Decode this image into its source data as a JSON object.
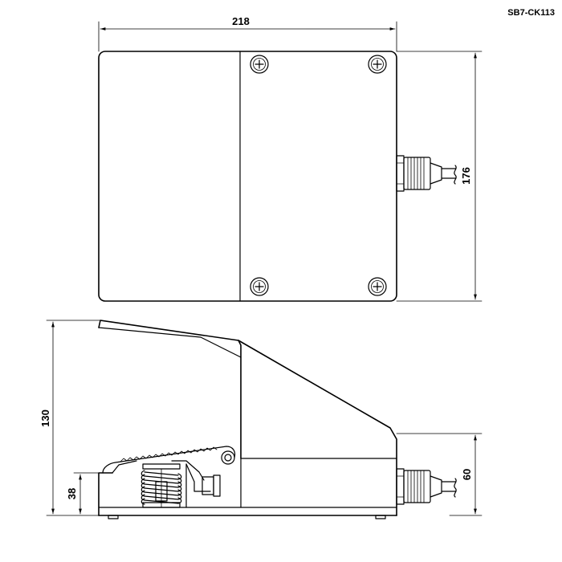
{
  "model_code": "SB7-CK113",
  "dimensions": {
    "width": "218",
    "depth": "176",
    "height": "130",
    "base_height": "38",
    "cable_height": "60"
  }
}
